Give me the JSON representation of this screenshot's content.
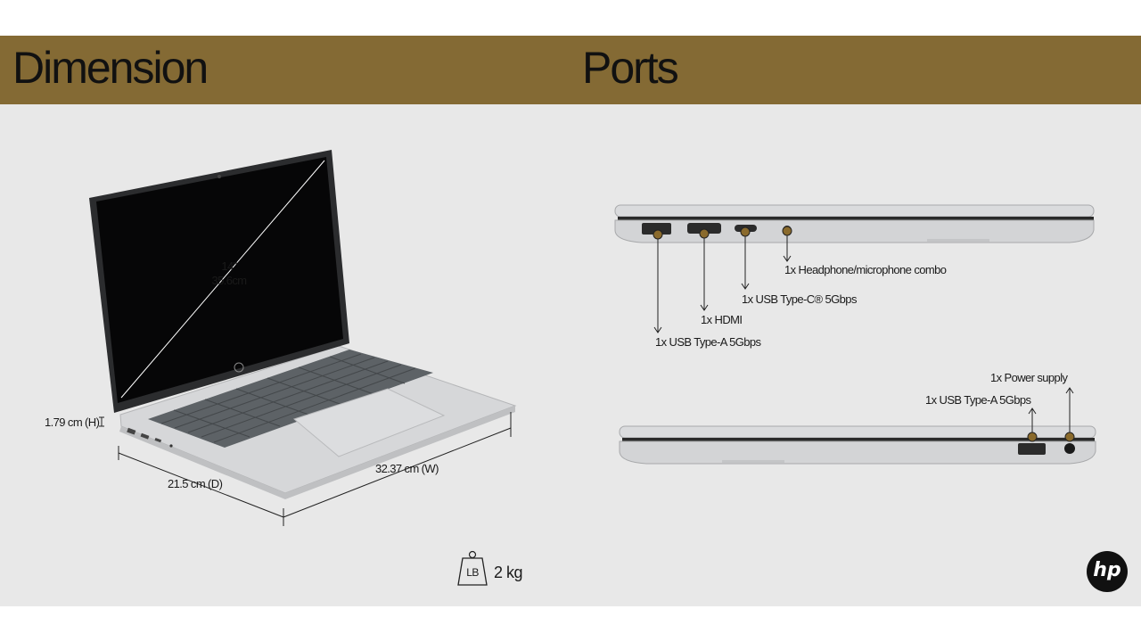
{
  "header": {
    "dimension_title": "Dimension",
    "ports_title": "Ports"
  },
  "dimensions": {
    "screen_size_in": "14\"",
    "screen_size_cm": "35.6cm",
    "height": "1.79 cm (H)",
    "depth": "21.5 cm (D)",
    "width": "32.37 cm (W)",
    "weight_icon_label": "LB",
    "weight": "2 kg"
  },
  "ports": {
    "left_side": {
      "usb_a": "1x USB Type-A 5Gbps",
      "hdmi": "1x HDMI",
      "usb_c": "1x USB Type-C® 5Gbps",
      "audio": "1x Headphone/microphone combo"
    },
    "right_side": {
      "power": "1x Power supply",
      "usb_a": "1x USB Type-A 5Gbps"
    }
  },
  "brand": {
    "logo_text": "hp",
    "header_color": "#846a34",
    "marker_color": "#8a6a2c"
  }
}
